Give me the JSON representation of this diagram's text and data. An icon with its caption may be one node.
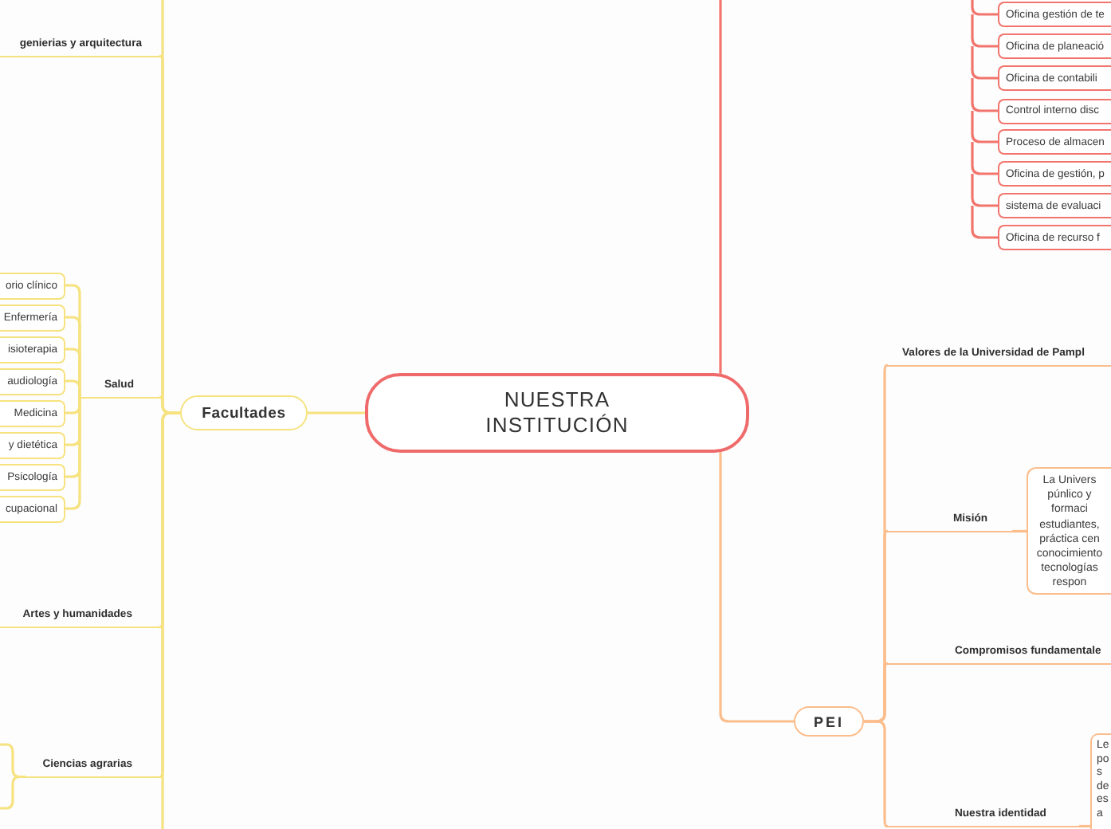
{
  "diagram": {
    "nodes": [
      {
        "text": [
          "NUESTRA INSTITUCIÓN"
        ]
      },
      {
        "text": [
          "Facultades"
        ]
      },
      {
        "text": [
          "genierias y arquitectura"
        ]
      },
      {
        "text": [
          "Salud"
        ]
      },
      {
        "text": [
          "orio clínico"
        ]
      },
      {
        "text": [
          "Enfermería"
        ]
      },
      {
        "text": [
          "isioterapia"
        ]
      },
      {
        "text": [
          "audiología"
        ]
      },
      {
        "text": [
          "Medicina"
        ]
      },
      {
        "text": [
          "y dietética"
        ]
      },
      {
        "text": [
          "Psicología"
        ]
      },
      {
        "text": [
          "cupacional"
        ]
      },
      {
        "text": [
          "Artes y humanidades"
        ]
      },
      {
        "text": [
          "Ciencias agrarias"
        ]
      },
      {
        "text": [
          "Oficina gestión de te"
        ]
      },
      {
        "text": [
          "Oficina de planeació"
        ]
      },
      {
        "text": [
          "Oficina de contabili"
        ]
      },
      {
        "text": [
          "Control interno disc"
        ]
      },
      {
        "text": [
          "Proceso de almacen"
        ]
      },
      {
        "text": [
          "Oficina de gestión, p"
        ]
      },
      {
        "text": [
          "sistema de evaluaci"
        ]
      },
      {
        "text": [
          "Oficina de recurso f"
        ]
      },
      {
        "text": [
          "PEI"
        ]
      },
      {
        "text": [
          "Valores de la Universidad de Pampl"
        ]
      },
      {
        "text": [
          "Misión"
        ]
      },
      {
        "text": [
          "La Univers púnlico y formaci estudiantes, práctica cen conocimiento tecnologías respon"
        ]
      },
      {
        "text": [
          "Compromisos fundamentale"
        ]
      },
      {
        "text": [
          "Nuestra identidad"
        ]
      },
      {
        "text": [
          "Le po s de es a"
        ]
      }
    ],
    "edges": [
      {
        "from": 0,
        "to": 1,
        "arrow": "none"
      },
      {
        "from": 1,
        "to": 2,
        "arrow": "none"
      },
      {
        "from": 1,
        "to": 3,
        "arrow": "none"
      },
      {
        "from": 1,
        "to": 12,
        "arrow": "none"
      },
      {
        "from": 1,
        "to": 13,
        "arrow": "none"
      },
      {
        "from": 1,
        "to": null,
        "arrow": "none"
      },
      {
        "from": 1,
        "to": null,
        "arrow": "none"
      },
      {
        "from": 3,
        "to": 4,
        "arrow": "none"
      },
      {
        "from": 3,
        "to": 5,
        "arrow": "none"
      },
      {
        "from": 3,
        "to": 6,
        "arrow": "none"
      },
      {
        "from": 3,
        "to": 7,
        "arrow": "none"
      },
      {
        "from": 3,
        "to": 8,
        "arrow": "none"
      },
      {
        "from": 3,
        "to": 9,
        "arrow": "none"
      },
      {
        "from": 3,
        "to": 10,
        "arrow": "none"
      },
      {
        "from": 3,
        "to": 11,
        "arrow": "none"
      },
      {
        "from": 13,
        "to": null,
        "arrow": "none"
      },
      {
        "from": 13,
        "to": null,
        "arrow": "none"
      },
      {
        "from": 0,
        "to": null,
        "arrow": "none",
        "color": "#f2756d"
      },
      {
        "from": null,
        "to": 14,
        "arrow": "none",
        "color": "#f2756d"
      },
      {
        "from": null,
        "to": 15,
        "arrow": "none",
        "color": "#f2756d"
      },
      {
        "from": null,
        "to": 16,
        "arrow": "none",
        "color": "#f2756d"
      },
      {
        "from": null,
        "to": 17,
        "arrow": "none",
        "color": "#f2756d"
      },
      {
        "from": null,
        "to": 18,
        "arrow": "none",
        "color": "#f2756d"
      },
      {
        "from": null,
        "to": 19,
        "arrow": "none",
        "color": "#f2756d"
      },
      {
        "from": null,
        "to": 20,
        "arrow": "none",
        "color": "#f2756d"
      },
      {
        "from": null,
        "to": 21,
        "arrow": "none",
        "color": "#f2756d"
      },
      {
        "from": 0,
        "to": 22,
        "arrow": "none",
        "color": "#fbbd8b"
      },
      {
        "from": 22,
        "to": 23,
        "arrow": "none",
        "color": "#fbbd8b"
      },
      {
        "from": 22,
        "to": 24,
        "arrow": "none",
        "color": "#fbbd8b"
      },
      {
        "from": 22,
        "to": 26,
        "arrow": "none",
        "color": "#fbbd8b"
      },
      {
        "from": 22,
        "to": 27,
        "arrow": "none",
        "color": "#fbbd8b"
      },
      {
        "from": 24,
        "to": 25,
        "arrow": "none",
        "color": "#fbbd8b"
      },
      {
        "from": 27,
        "to": 28,
        "arrow": "none",
        "color": "#fbbd8b"
      }
    ]
  }
}
